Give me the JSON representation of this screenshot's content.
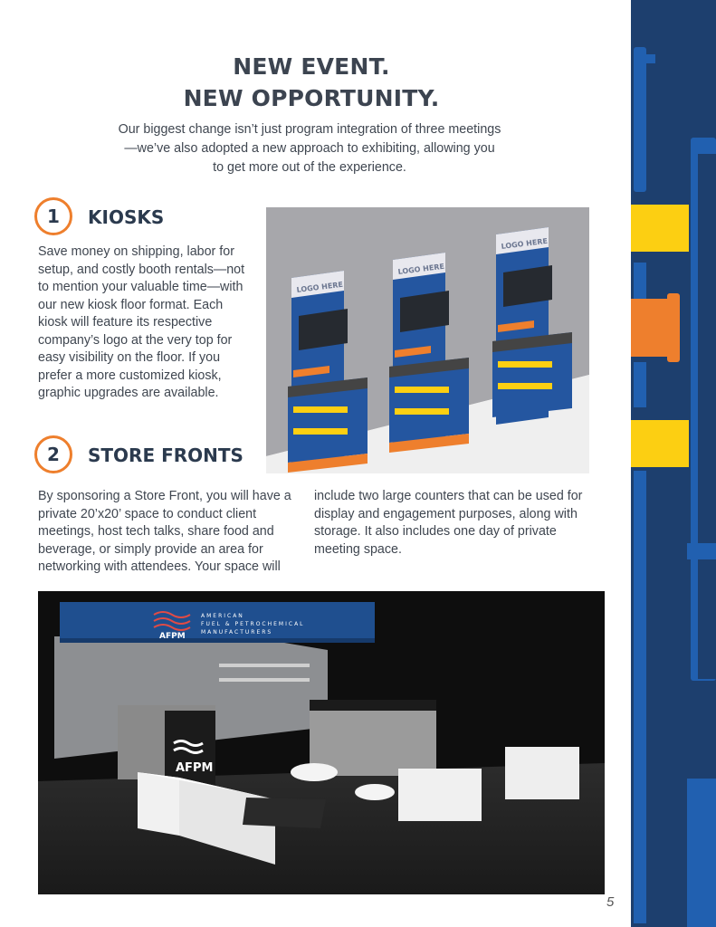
{
  "heading": {
    "line1": "NEW EVENT.",
    "line2": "NEW OPPORTUNITY."
  },
  "intro": "Our biggest change isn’t just program integration of three meetings—we’ve also adopted a new approach to exhibiting, allowing you to get more out of the experience.",
  "kiosks": {
    "number": "1",
    "title": "KIOSKS",
    "body": "Save money on shipping, labor for setup, and costly booth rentals—not to mention your valuable time—with our new kiosk floor format. Each kiosk will feature its respective company’s logo at the very top for easy visibility on the floor. If you prefer a more customized kiosk, graphic upgrades are available.",
    "image": {
      "logo_text": "LOGO HERE"
    }
  },
  "storefronts": {
    "number": "2",
    "title": "STORE FRONTS",
    "body_left": "By sponsoring a Store Front, you will have a private 20’x20’ space to conduct client meetings, host tech talks, share food and beverage, or simply provide an area for networking with attendees. Your space will",
    "body_right": "include two large counters that can be used for display and engagement purposes, along with storage. It also includes one day of private meeting space.",
    "image": {
      "banner_line1": "AMERICAN",
      "banner_line2": "FUEL & PETROCHEMICAL",
      "banner_line3": "MANUFACTURERS",
      "banner_logo": "AFPM",
      "counter_logo": "AFPM"
    }
  },
  "page_number": "5",
  "colors": {
    "navy": "#1d3f6e",
    "blue": "#2160b0",
    "orange": "#ee7f2d",
    "yellow": "#fccf12",
    "text": "#3f4650"
  }
}
